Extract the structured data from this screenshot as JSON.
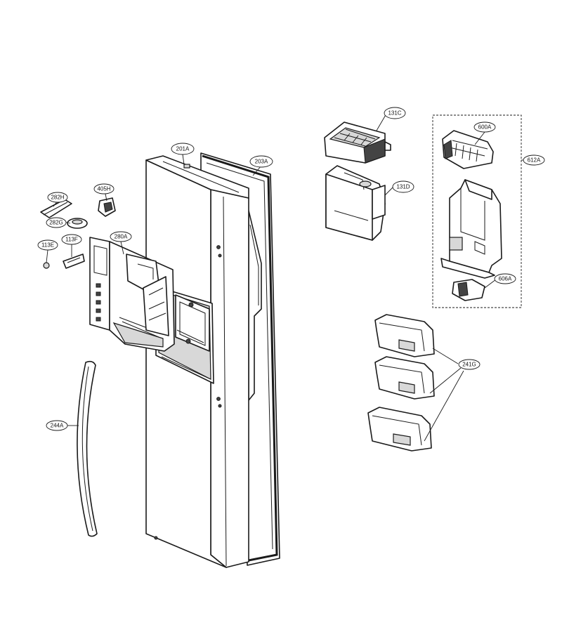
{
  "labels": {
    "l201A": "201A",
    "l203A": "203A",
    "l282H": "282H",
    "l282G": "282G",
    "l405H": "405H",
    "l113E": "113E",
    "l113F": "113F",
    "l280A": "280A",
    "l244A": "244A",
    "l131C": "131C",
    "l131D": "131D",
    "l600A": "600A",
    "l612A": "612A",
    "l606A": "606A",
    "l241G": "241G"
  }
}
